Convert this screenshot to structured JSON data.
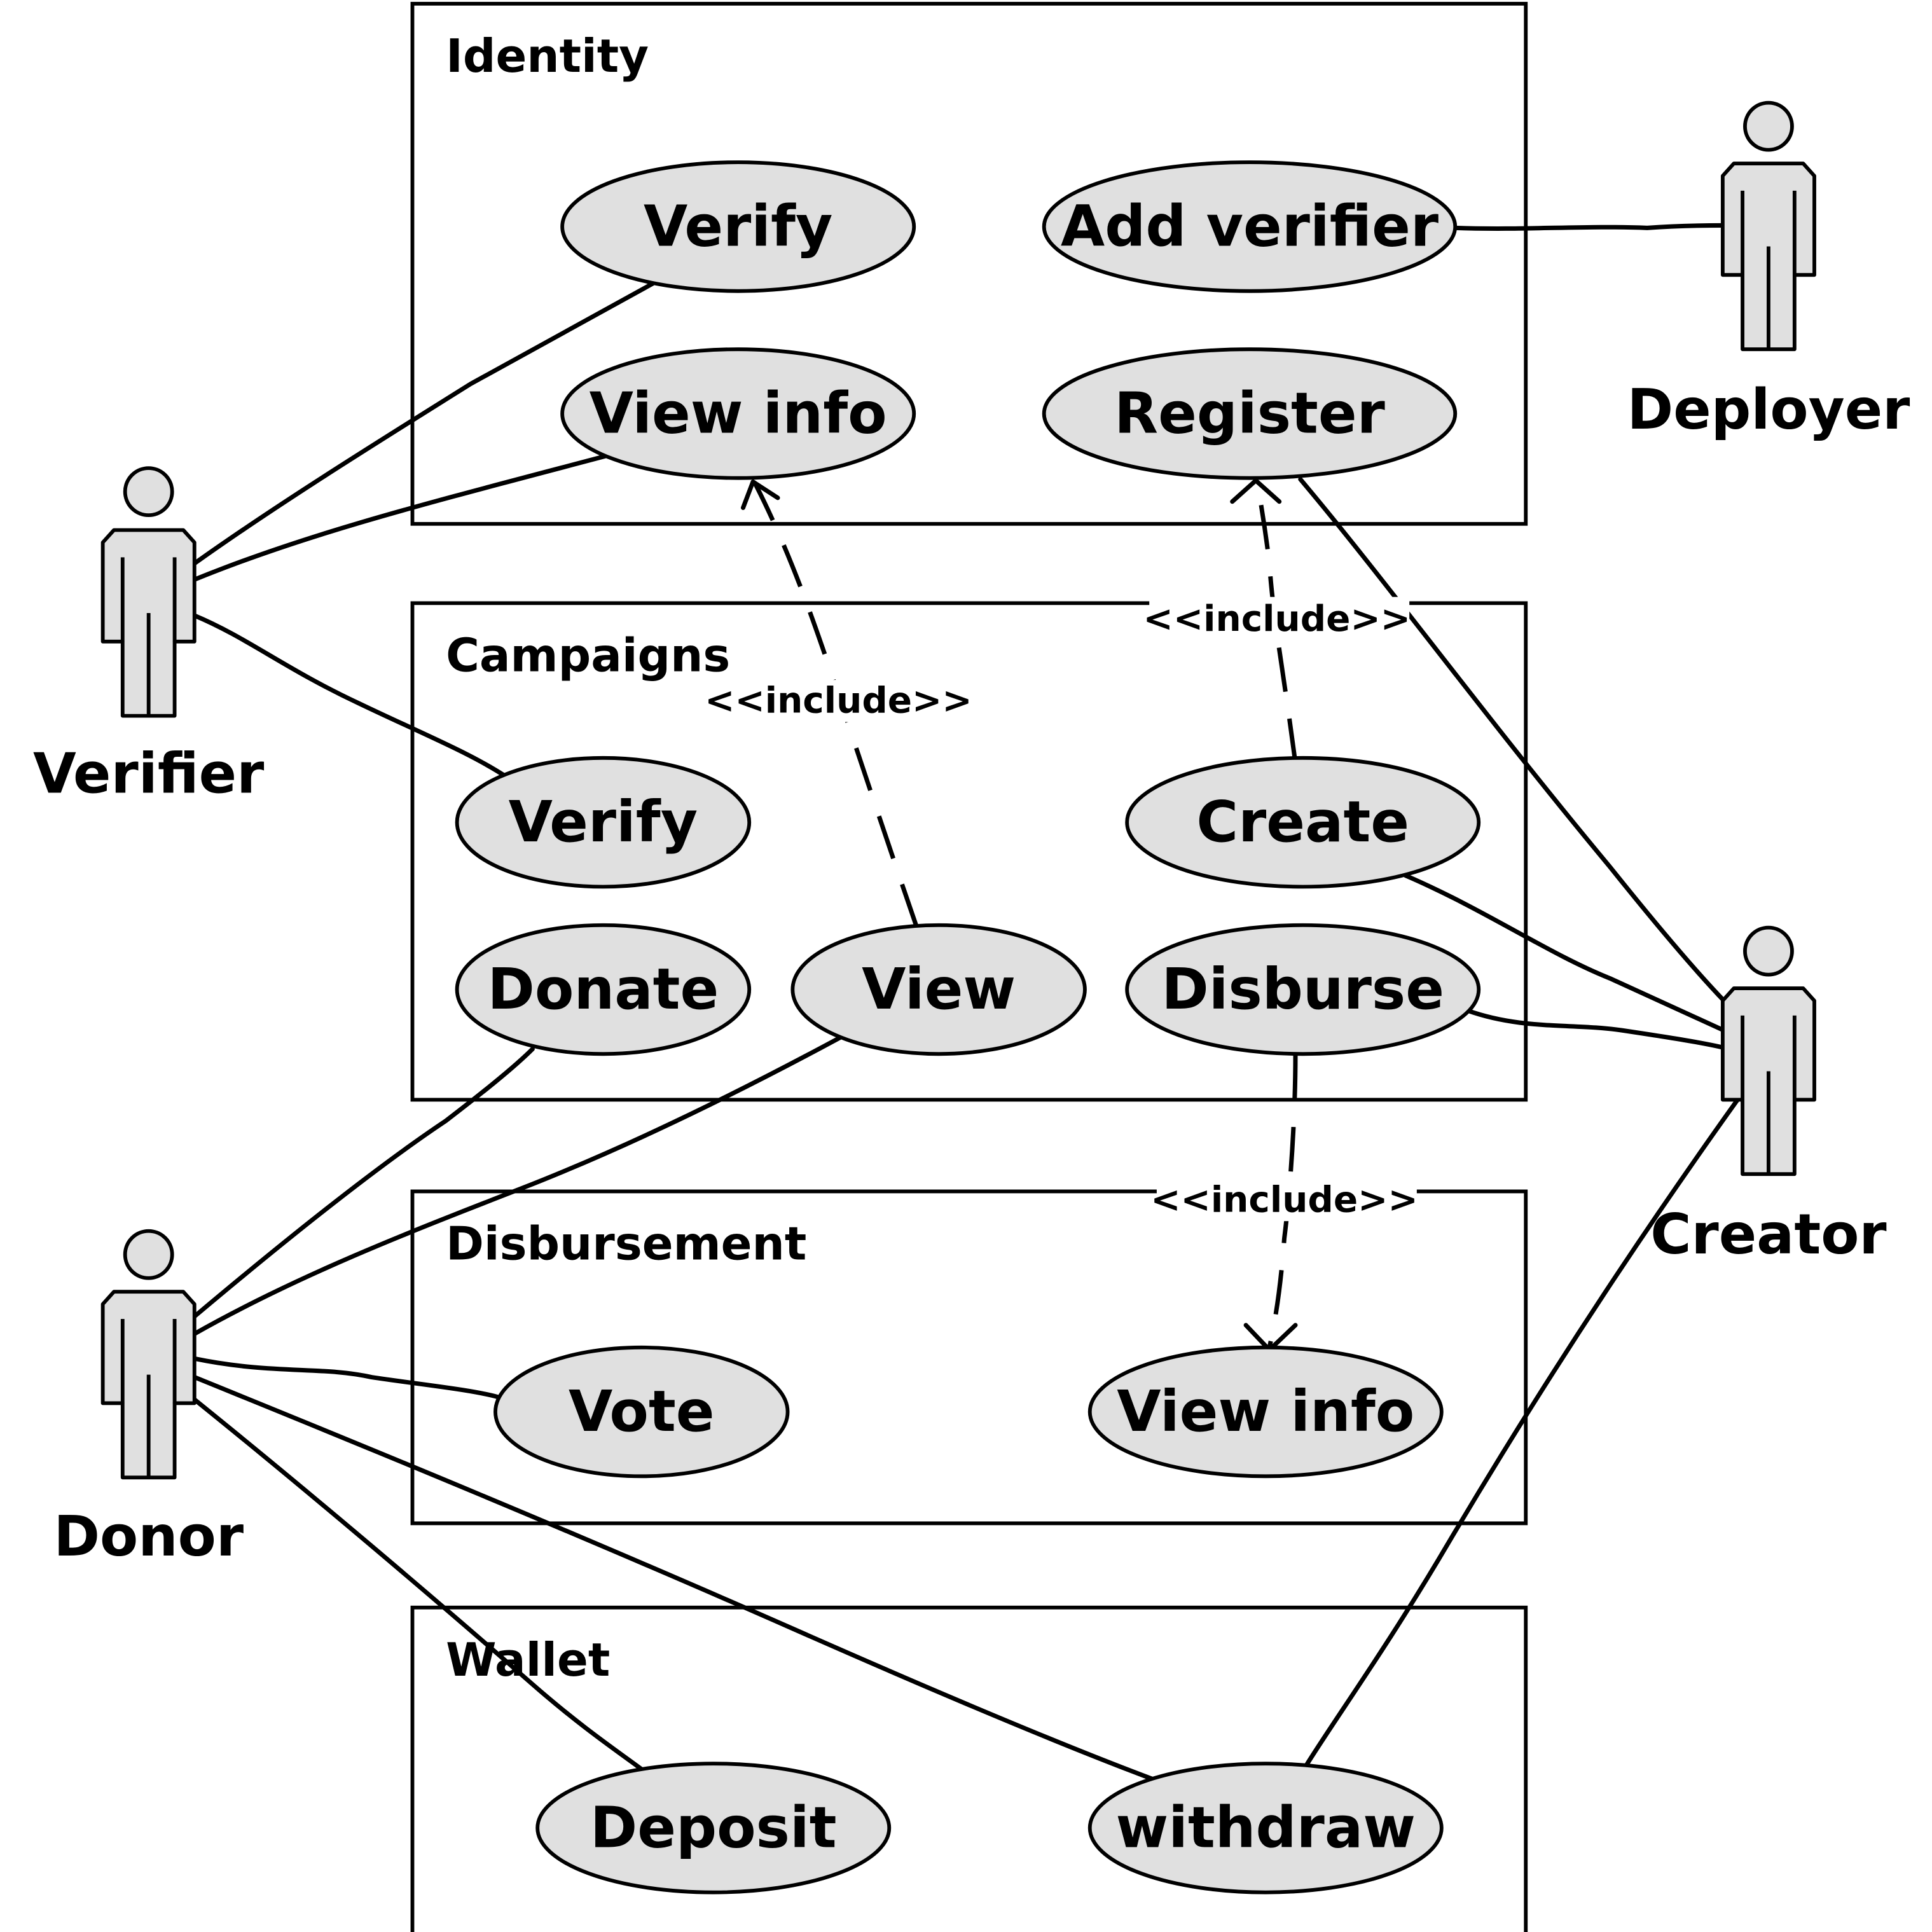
{
  "packages": {
    "identity": {
      "title": "Identity"
    },
    "campaigns": {
      "title": "Campaigns"
    },
    "disbursement": {
      "title": "Disbursement"
    },
    "wallet": {
      "title": "Wallet"
    }
  },
  "use_cases": {
    "identity_verify": "Verify",
    "identity_add_verifier": "Add verifier",
    "identity_view_info": "View info",
    "identity_register": "Register",
    "campaigns_verify": "Verify",
    "campaigns_create": "Create",
    "campaigns_donate": "Donate",
    "campaigns_view": "View",
    "campaigns_disburse": "Disburse",
    "disbursement_vote": "Vote",
    "disbursement_view_info": "View info",
    "wallet_deposit": "Deposit",
    "wallet_withdraw": "withdraw"
  },
  "actors": {
    "verifier": "Verifier",
    "deployer": "Deployer",
    "creator": "Creator",
    "donor": "Donor"
  },
  "relations": {
    "include_register": "<<include>>",
    "include_view_info": "<<include>>",
    "include_disbursement_view_info": "<<include>>"
  },
  "colors": {
    "use_case_fill": "#e0e0e0",
    "actor_fill": "#e0e0e0",
    "line": "#000000",
    "background": "#ffffff"
  }
}
